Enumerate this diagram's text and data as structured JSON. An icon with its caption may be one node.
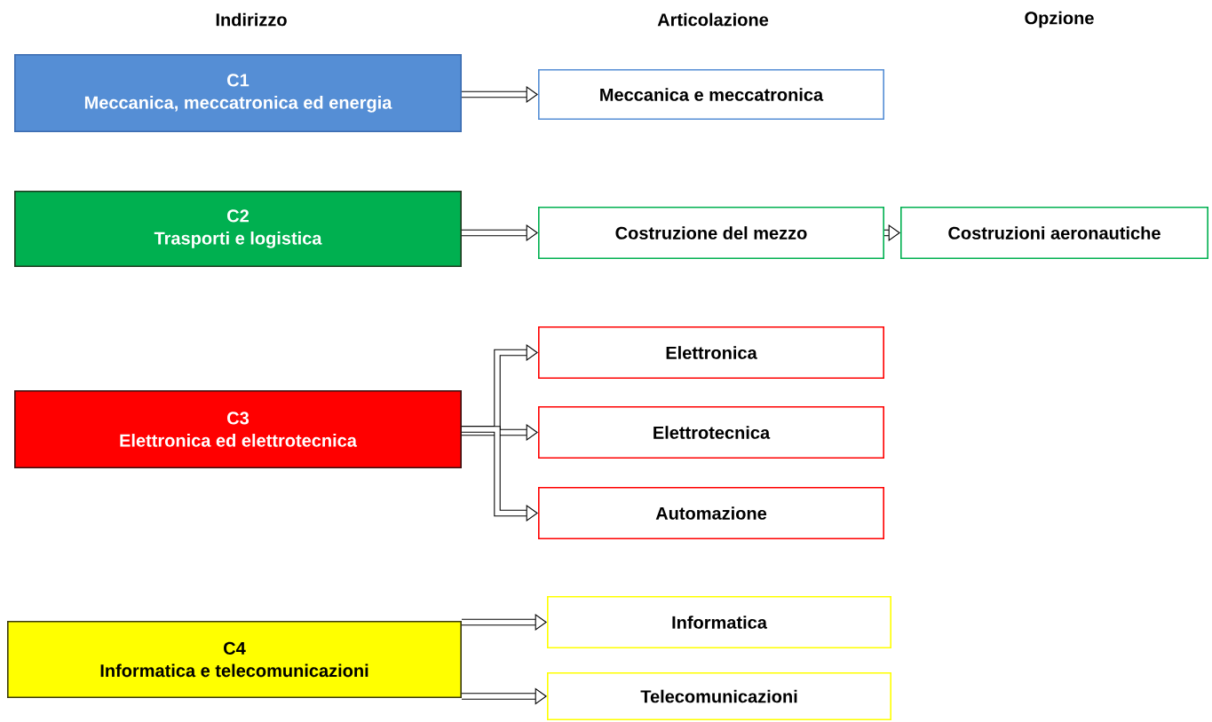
{
  "diagram": {
    "nodes": [
      {
        "text": [
          "C1",
          "Meccanica, meccatronica ed energia"
        ]
      },
      {
        "text": [
          "Meccanica e meccatronica"
        ]
      },
      {
        "text": [
          "C2",
          "Trasporti e logistica"
        ]
      },
      {
        "text": [
          "Costruzione del mezzo"
        ]
      },
      {
        "text": [
          "Costruzioni aeronautiche"
        ]
      },
      {
        "text": [
          "C3",
          "Elettronica ed elettrotecnica"
        ]
      },
      {
        "text": [
          "Elettronica"
        ]
      },
      {
        "text": [
          "Elettrotecnica"
        ]
      },
      {
        "text": [
          "Automazione"
        ]
      },
      {
        "text": [
          "C4",
          "Informatica e telecomunicazioni"
        ]
      },
      {
        "text": [
          "Informatica"
        ]
      },
      {
        "text": [
          "Telecomunicazioni"
        ]
      }
    ],
    "edges": [
      {
        "from": 0,
        "to": 1,
        "arrow": "to"
      },
      {
        "from": 2,
        "to": 3,
        "arrow": "to"
      },
      {
        "from": 3,
        "to": 4,
        "arrow": "to"
      },
      {
        "from": 5,
        "to": 6,
        "arrow": "to"
      },
      {
        "from": 5,
        "to": 7,
        "arrow": "to"
      },
      {
        "from": 5,
        "to": 8,
        "arrow": "to"
      },
      {
        "from": 9,
        "to": 10,
        "arrow": "to"
      },
      {
        "from": 9,
        "to": 11,
        "arrow": "to"
      }
    ],
    "labels": [
      "Indirizzo",
      "Articolazione",
      "Opzione"
    ]
  }
}
